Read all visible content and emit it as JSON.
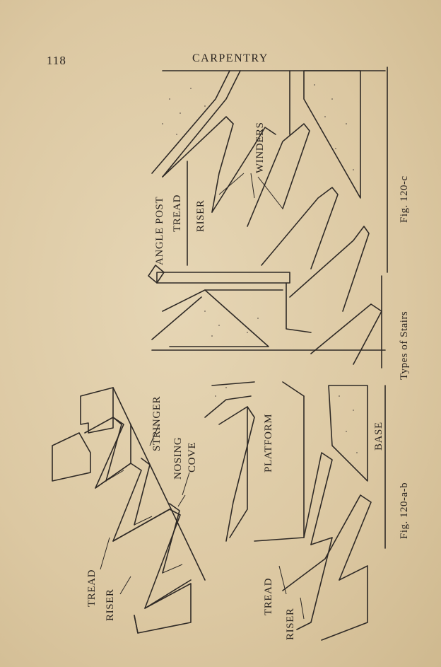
{
  "page": {
    "number": "118",
    "running_head": "CARPENTRY"
  },
  "figure": {
    "title": "Types of Stairs",
    "caption_a_b": "Fig. 120-a-b",
    "caption_c": "Fig. 120-c",
    "labels_a": {
      "tread": "TREAD",
      "riser": "RISER",
      "stringer": "STRINGER",
      "nosing": "NOSING",
      "cove": "COVE"
    },
    "labels_b": {
      "tread": "TREAD",
      "riser": "RISER",
      "platform": "PLATFORM",
      "base": "BASE"
    },
    "labels_c": {
      "angle_post": "ANGLE POST",
      "tread": "TREAD",
      "riser": "RISER",
      "winders": "WINDERS"
    }
  }
}
